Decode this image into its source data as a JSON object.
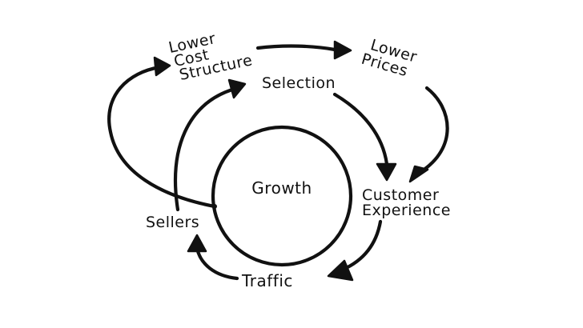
{
  "diagram": {
    "center": "Growth",
    "nodes": {
      "lower_cost_structure": [
        "Lower",
        "Cost",
        "Structure"
      ],
      "lower_prices": [
        "Lower",
        "Prices"
      ],
      "selection": "Selection",
      "customer_experience": [
        "Customer",
        "Experience"
      ],
      "traffic": "Traffic",
      "sellers": "Sellers"
    },
    "edges": [
      {
        "from": "Lower Cost Structure",
        "to": "Lower Prices"
      },
      {
        "from": "Lower Prices",
        "to": "Customer Experience"
      },
      {
        "from": "Selection",
        "to": "Customer Experience"
      },
      {
        "from": "Customer Experience",
        "to": "Traffic"
      },
      {
        "from": "Traffic",
        "to": "Sellers"
      },
      {
        "from": "Sellers",
        "to": "Selection"
      },
      {
        "from": "Growth",
        "to": "Lower Cost Structure"
      }
    ],
    "colors": {
      "ink": "#111111",
      "background": "#ffffff"
    }
  }
}
